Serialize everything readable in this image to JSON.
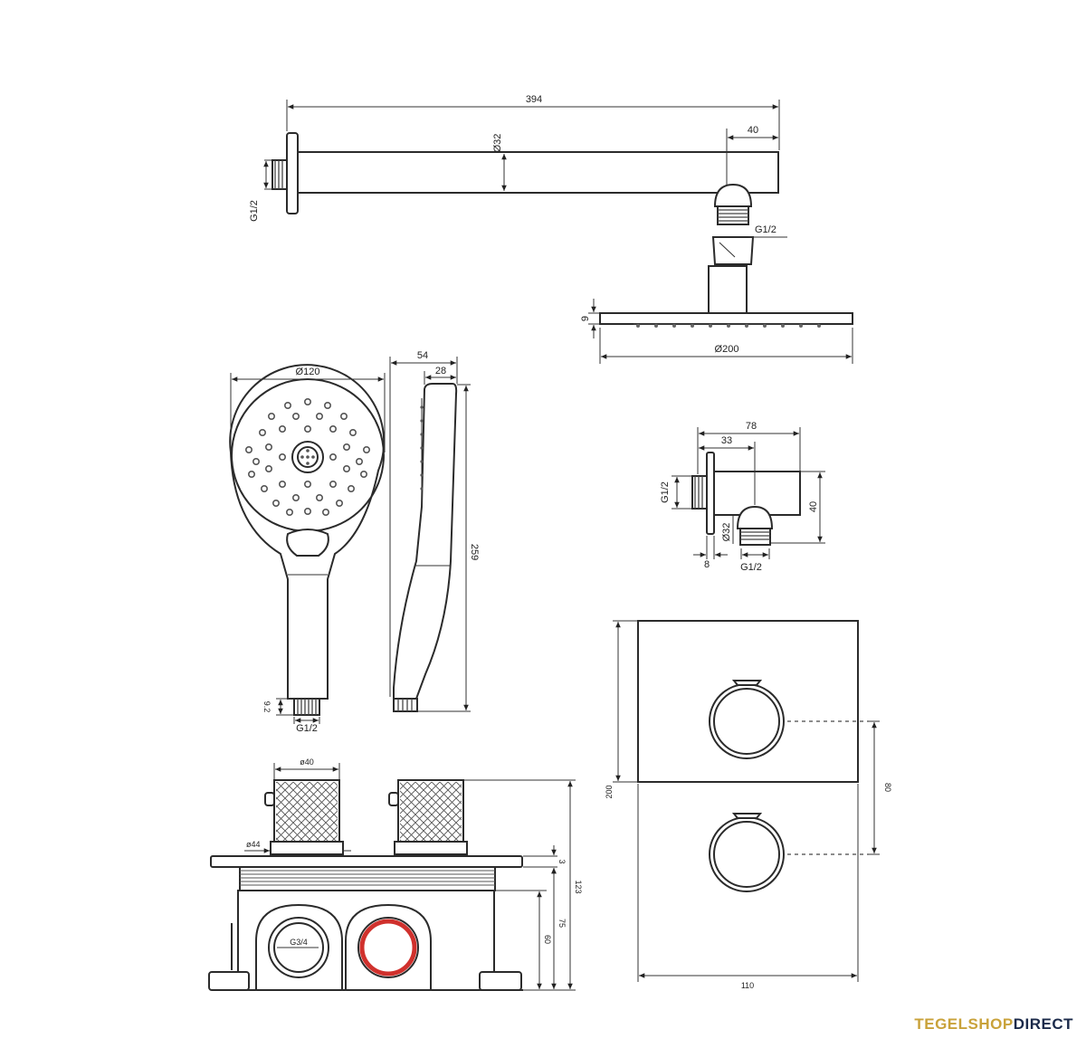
{
  "dimensions": {
    "arm_length": "394",
    "arm_diameter": "Ø32",
    "arm_end": "40",
    "arm_thread_wall": "G1/2",
    "arm_thread_head": "G1/2",
    "head_height": "9",
    "head_diameter": "Ø200",
    "hand_diameter": "Ø120",
    "hand_depth": "54",
    "hand_depth_head": "28",
    "hand_length": "259",
    "hand_thread": "G1/2",
    "hand_thread_len": "9.2",
    "outlet_width": "78",
    "outlet_inner": "33",
    "outlet_height": "40",
    "outlet_thread_wall": "G1/2",
    "outlet_diameter": "Ø32",
    "outlet_flange": "8",
    "outlet_thread_out": "G1/2",
    "plate_height": "200",
    "plate_spacing": "80",
    "plate_width": "110",
    "knob_diameter": "ø40",
    "knob_base_diameter": "ø44",
    "box_plate": "3",
    "box_total": "123",
    "box_mid": "75",
    "box_low": "60",
    "box_inlet": "G3/4"
  },
  "brand": {
    "part1": "TEGELSHOP",
    "part2": "DIRECT"
  }
}
